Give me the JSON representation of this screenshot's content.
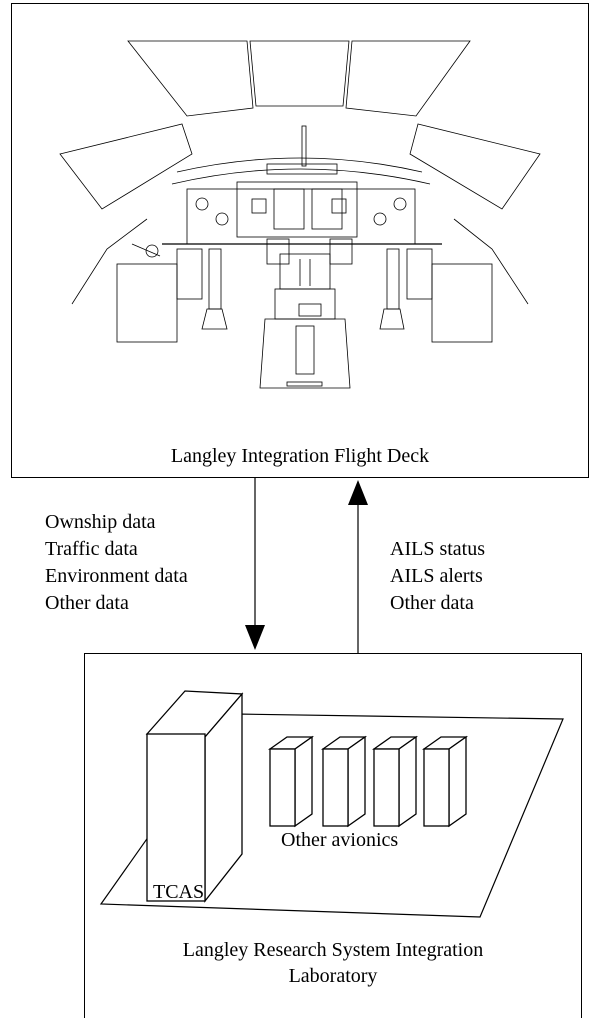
{
  "top_block": {
    "label": "Langley Integration Flight Deck"
  },
  "bottom_block": {
    "label_line1": "Langley Research System Integration",
    "label_line2": "Laboratory",
    "tcas_label": "TCAS",
    "avionics_label": "Other avionics"
  },
  "down_arrow": {
    "lines": [
      "Ownship data",
      "Traffic data",
      "Environment data",
      "Other data"
    ]
  },
  "up_arrow": {
    "lines": [
      "AILS status",
      "AILS alerts",
      "Other data"
    ]
  }
}
